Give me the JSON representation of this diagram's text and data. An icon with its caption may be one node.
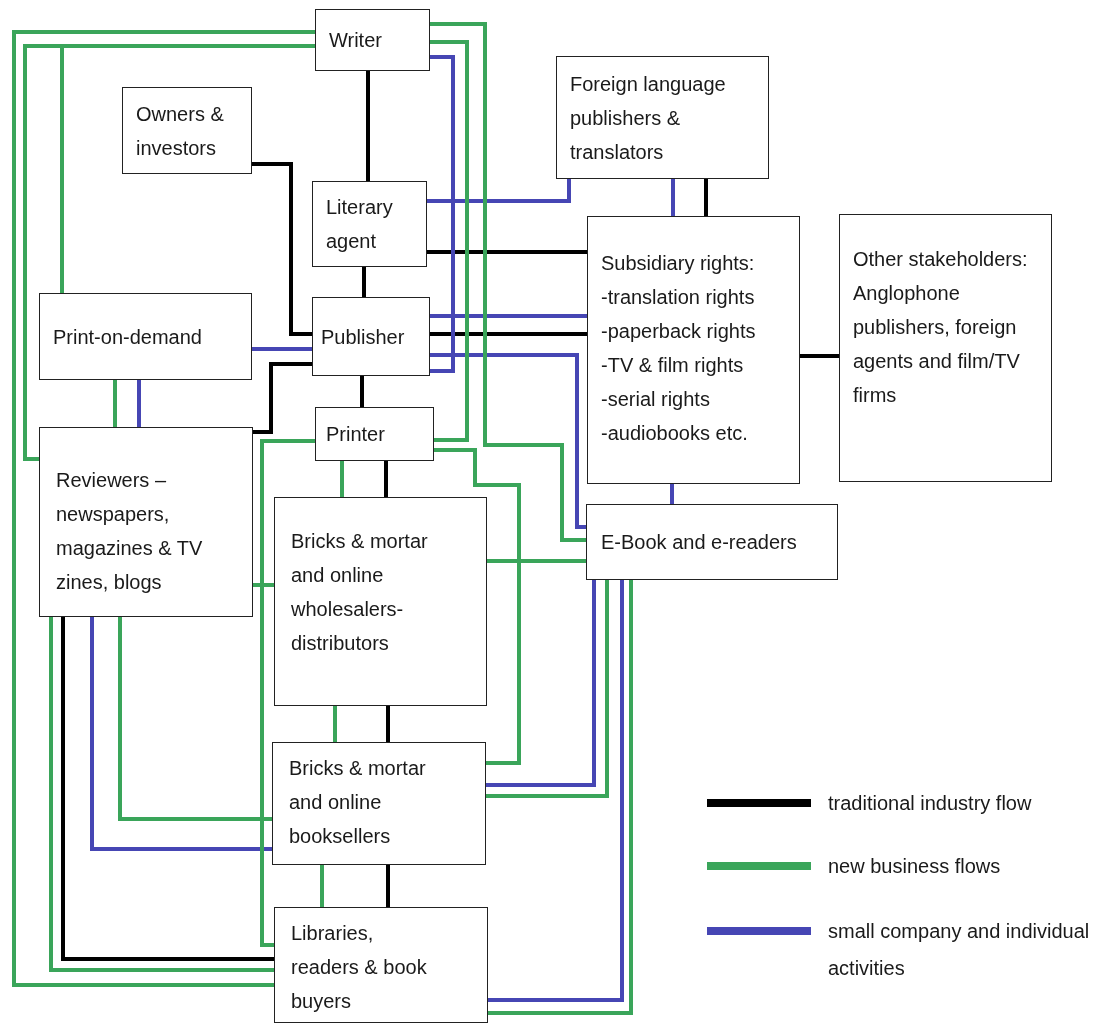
{
  "diagram": {
    "nodes": [
      {
        "text": [
          "Writer"
        ]
      },
      {
        "text": [
          "Owners & investors"
        ]
      },
      {
        "text": [
          "Foreign language publishers & translators"
        ]
      },
      {
        "text": [
          "Literary agent"
        ]
      },
      {
        "text": [
          "Subsidiary rights:",
          "-translation rights",
          "-paperback rights",
          "-TV & film rights",
          "-serial rights",
          "-audiobooks etc."
        ]
      },
      {
        "text": [
          "Other stakeholders: Anglophone publishers, foreign agents and film/TV firms"
        ]
      },
      {
        "text": [
          "Print-on-demand"
        ]
      },
      {
        "text": [
          "Publisher"
        ]
      },
      {
        "text": [
          "Printer"
        ]
      },
      {
        "text": [
          "Reviewers – newspapers, magazines & TV zines, blogs"
        ]
      },
      {
        "text": [
          "Bricks & mortar and online wholesalers-distributors"
        ]
      },
      {
        "text": [
          "Bricks & mortar and online booksellers"
        ]
      },
      {
        "text": [
          "E-Book and e-readers"
        ]
      },
      {
        "text": [
          "Libraries, readers & book buyers"
        ]
      }
    ],
    "edges": [
      {
        "from": 0,
        "to": 3,
        "arrow": "none",
        "color": "#000000"
      },
      {
        "from": 1,
        "to": 7,
        "arrow": "none",
        "color": "#000000"
      },
      {
        "from": 3,
        "to": 4,
        "arrow": "none",
        "color": "#000000"
      },
      {
        "from": 3,
        "to": 7,
        "arrow": "none",
        "color": "#000000"
      },
      {
        "from": 7,
        "to": 4,
        "arrow": "none",
        "color": "#000000"
      },
      {
        "from": 7,
        "to": 9,
        "arrow": "none",
        "color": "#000000"
      },
      {
        "from": 7,
        "to": 8,
        "arrow": "none",
        "color": "#000000"
      },
      {
        "from": 8,
        "to": 10,
        "arrow": "none",
        "color": "#000000"
      },
      {
        "from": 10,
        "to": 11,
        "arrow": "none",
        "color": "#000000"
      },
      {
        "from": 11,
        "to": 13,
        "arrow": "none",
        "color": "#000000"
      },
      {
        "from": 2,
        "to": 4,
        "arrow": "none",
        "color": "#000000"
      },
      {
        "from": 4,
        "to": 5,
        "arrow": "none",
        "color": "#000000"
      },
      {
        "from": 9,
        "to": 13,
        "arrow": "none",
        "color": "#000000"
      },
      {
        "from": 3,
        "to": 2,
        "arrow": "none",
        "color": "#4646b4"
      },
      {
        "from": 0,
        "to": 7,
        "arrow": "none",
        "color": "#4646b4"
      },
      {
        "from": 7,
        "to": 4,
        "arrow": "none",
        "color": "#4646b4"
      },
      {
        "from": 7,
        "to": 12,
        "arrow": "none",
        "color": "#4646b4"
      },
      {
        "from": 6,
        "to": 7,
        "arrow": "none",
        "color": "#4646b4"
      },
      {
        "from": 6,
        "to": 9,
        "arrow": "none",
        "color": "#4646b4"
      },
      {
        "from": 2,
        "to": 4,
        "arrow": "none",
        "color": "#4646b4"
      },
      {
        "from": 4,
        "to": 12,
        "arrow": "none",
        "color": "#4646b4"
      },
      {
        "from": 9,
        "to": 11,
        "arrow": "none",
        "color": "#4646b4"
      },
      {
        "from": 12,
        "to": 11,
        "arrow": "none",
        "color": "#4646b4"
      },
      {
        "from": 12,
        "to": 13,
        "arrow": "none",
        "color": "#4646b4"
      },
      {
        "from": 0,
        "to": 13,
        "arrow": "none"
      },
      {
        "from": 0,
        "to": 9,
        "arrow": "none"
      },
      {
        "from": 0,
        "to": 6,
        "arrow": "none"
      },
      {
        "from": 0,
        "to": 12,
        "arrow": "none"
      },
      {
        "from": 0,
        "to": 8,
        "arrow": "none"
      },
      {
        "from": 8,
        "to": 13,
        "arrow": "none"
      },
      {
        "from": 8,
        "to": 10,
        "arrow": "none"
      },
      {
        "from": 8,
        "to": 11,
        "arrow": "none"
      },
      {
        "from": 9,
        "to": 10,
        "arrow": "none"
      },
      {
        "from": 6,
        "to": 9,
        "arrow": "none"
      },
      {
        "from": 10,
        "to": 12,
        "arrow": "none"
      },
      {
        "from": 10,
        "to": 11,
        "arrow": "none"
      },
      {
        "from": 11,
        "to": 13,
        "arrow": "none"
      },
      {
        "from": 9,
        "to": 11,
        "arrow": "none"
      },
      {
        "from": 9,
        "to": 13,
        "arrow": "none"
      },
      {
        "from": 12,
        "to": 11,
        "arrow": "none"
      },
      {
        "from": 12,
        "to": 13,
        "arrow": "none"
      }
    ],
    "legend": [
      {
        "text": "traditional industry flow",
        "color": "#000000"
      },
      {
        "text": "new business flows",
        "color": "#3aa55a"
      },
      {
        "text": "small company and individual activities",
        "color": "#4646b4"
      }
    ]
  }
}
